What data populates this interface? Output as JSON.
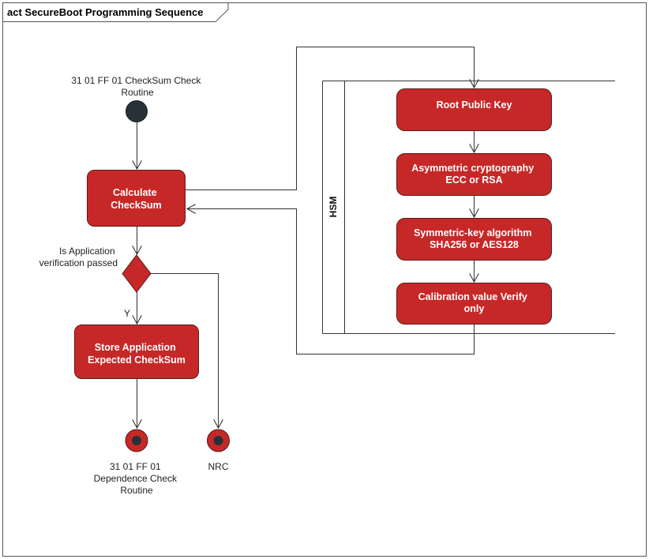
{
  "frame": {
    "title": "act SecureBoot Programming Sequence"
  },
  "initial": {
    "label_lines": [
      "31 01 FF 01 CheckSum Check",
      "Routine"
    ]
  },
  "activities": {
    "calculate": [
      "Calculate",
      "CheckSum"
    ],
    "store": [
      "Store Application",
      "Expected CheckSum"
    ],
    "root_key": [
      "Root Public Key"
    ],
    "asymmetric": [
      "Asymmetric cryptography",
      "ECC or RSA"
    ],
    "symmetric": [
      "Symmetric-key algorithm",
      "SHA256 or AES128"
    ],
    "calibration": [
      "Calibration value Verify",
      "only"
    ]
  },
  "decision": {
    "label_lines": [
      "Is Application",
      "verification passed"
    ],
    "yes_label": "Y"
  },
  "finals": {
    "dependence": [
      "31 01 FF 01",
      "Dependence Check",
      "Routine"
    ],
    "nrc": [
      "NRC"
    ]
  },
  "partition": {
    "label": "HSM"
  },
  "colors": {
    "activity_fill": "#c62828",
    "activity_stroke": "#5a1a1a",
    "initial_fill": "#263238",
    "line": "#333333"
  }
}
